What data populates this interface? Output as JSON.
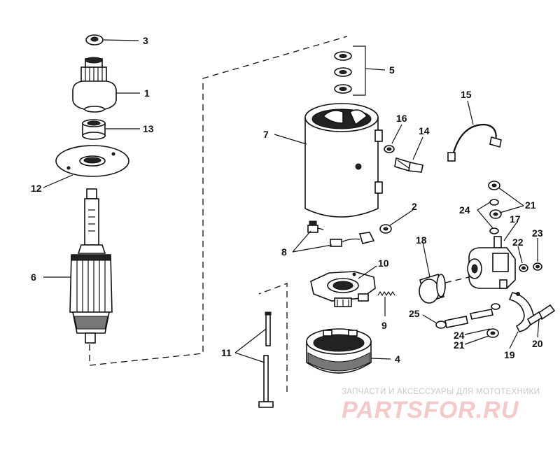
{
  "diagram": {
    "part_numbers": {
      "n1": "1",
      "n2": "2",
      "n3": "3",
      "n4": "4",
      "n5": "5",
      "n6": "6",
      "n7": "7",
      "n8": "8",
      "n9": "9",
      "n10": "10",
      "n11": "11",
      "n12": "12",
      "n13": "13",
      "n14": "14",
      "n15": "15",
      "n16": "16",
      "n17": "17",
      "n18": "18",
      "n19": "19",
      "n20": "20",
      "n21a": "21",
      "n21b": "21",
      "n22": "22",
      "n23": "23",
      "n24a": "24",
      "n24b": "24",
      "n25": "25"
    }
  },
  "watermark": {
    "tagline": "ЗАПЧАСТИ И АКСЕССУАРЫ ДЛЯ МОТОТЕХНИКИ",
    "logo": "PARTSFOR.RU"
  }
}
